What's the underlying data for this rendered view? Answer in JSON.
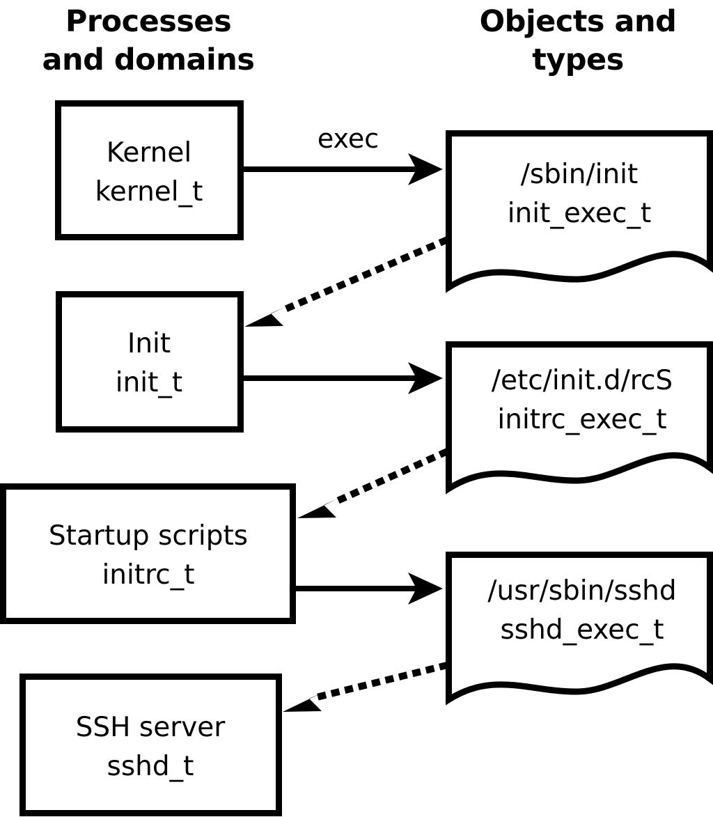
{
  "figure": {
    "columns": [
      {
        "id": "processes",
        "title_line1": "Processes",
        "title_line2": "and domains"
      },
      {
        "id": "objects",
        "title_line1": "Objects and",
        "title_line2": "types"
      }
    ],
    "process_nodes": [
      {
        "id": "kernel",
        "line1": "Kernel",
        "line2": "kernel_t"
      },
      {
        "id": "init",
        "line1": "Init",
        "line2": "init_t"
      },
      {
        "id": "initrc",
        "line1": "Startup scripts",
        "line2": "initrc_t"
      },
      {
        "id": "sshd",
        "line1": "SSH server",
        "line2": "sshd_t"
      }
    ],
    "object_nodes": [
      {
        "id": "init_exec",
        "line1": "/sbin/init",
        "line2": "init_exec_t"
      },
      {
        "id": "initrc_exec",
        "line1": "/etc/init.d/rcS",
        "line2": "initrc_exec_t"
      },
      {
        "id": "sshd_exec",
        "line1": "/usr/sbin/sshd",
        "line2": "sshd_exec_t"
      }
    ],
    "edges": [
      {
        "id": "kernel-exec-init",
        "from": "kernel",
        "to": "init_exec",
        "style": "solid",
        "label": "exec"
      },
      {
        "id": "initexec-transition-init",
        "from": "init_exec",
        "to": "init",
        "style": "dotted",
        "label": ""
      },
      {
        "id": "init-exec-initrc",
        "from": "init",
        "to": "initrc_exec",
        "style": "solid",
        "label": ""
      },
      {
        "id": "initrcexec-transition-initrc",
        "from": "initrc_exec",
        "to": "initrc",
        "style": "dotted",
        "label": ""
      },
      {
        "id": "initrc-exec-sshd",
        "from": "initrc",
        "to": "sshd_exec",
        "style": "solid",
        "label": ""
      },
      {
        "id": "sshdexec-transition-sshd",
        "from": "sshd_exec",
        "to": "sshd",
        "style": "dotted",
        "label": ""
      }
    ],
    "colors": {
      "stroke": "#000000",
      "fill": "#ffffff",
      "background": "#ffffff"
    }
  }
}
